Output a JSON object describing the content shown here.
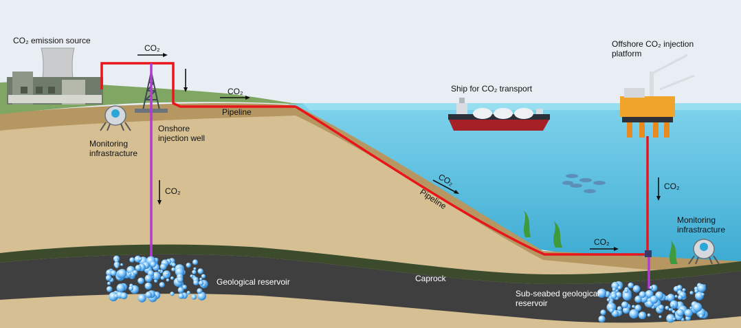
{
  "labels": {
    "emission_source": "CO₂ emission source",
    "co2_top": "CO₂",
    "co2_pipeline_onshore": "CO₂",
    "pipeline_onshore": "Pipeline",
    "onshore_well": "Onshore injection well",
    "monitoring_onshore": "Monitoring infrastracture",
    "co2_down_onshore": "CO₂",
    "ship": "Ship for CO₂ transport",
    "offshore_platform": "Offshore CO₂ injection platform",
    "co2_pipeline_slope": "CO₂",
    "pipeline_slope": "Pipeline",
    "co2_down_offshore": "CO₂",
    "monitoring_offshore": "Monitoring infrastracture",
    "co2_seabed": "CO₂",
    "geological_reservoir": "Geological reservoir",
    "caprock": "Caprock",
    "subseabed_reservoir": "Sub-seabed geological reservoir"
  },
  "colors": {
    "sky": "#e8eef4",
    "sea": "#5ec2e0",
    "grass": "#7ea460",
    "soil_upper": "#b79866",
    "soil_main": "#d4bd91",
    "caprock": "#3a4a2e",
    "reservoir": "#3d3d3d",
    "pipeline": "#e8161b",
    "injection": "#b23bd1"
  }
}
